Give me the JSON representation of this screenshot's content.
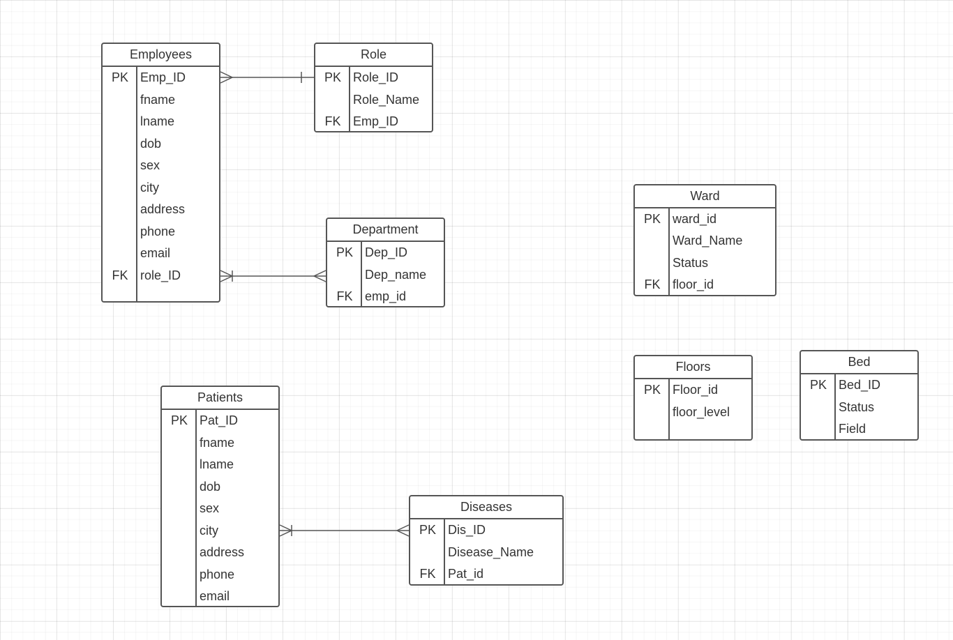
{
  "entities": {
    "employees": {
      "title": "Employees",
      "rows": [
        {
          "key": "PK",
          "field": "Emp_ID"
        },
        {
          "key": "",
          "field": "fname"
        },
        {
          "key": "",
          "field": "lname"
        },
        {
          "key": "",
          "field": "dob"
        },
        {
          "key": "",
          "field": "sex"
        },
        {
          "key": "",
          "field": "city"
        },
        {
          "key": "",
          "field": "address"
        },
        {
          "key": "",
          "field": "phone"
        },
        {
          "key": "",
          "field": "email"
        },
        {
          "key": "FK",
          "field": "role_ID"
        }
      ]
    },
    "role": {
      "title": "Role",
      "rows": [
        {
          "key": "PK",
          "field": "Role_ID"
        },
        {
          "key": "",
          "field": "Role_Name"
        },
        {
          "key": "FK",
          "field": "Emp_ID"
        }
      ]
    },
    "department": {
      "title": "Department",
      "rows": [
        {
          "key": "PK",
          "field": "Dep_ID"
        },
        {
          "key": "",
          "field": "Dep_name"
        },
        {
          "key": "FK",
          "field": "emp_id"
        }
      ]
    },
    "ward": {
      "title": "Ward",
      "rows": [
        {
          "key": "PK",
          "field": "ward_id"
        },
        {
          "key": "",
          "field": "Ward_Name"
        },
        {
          "key": "",
          "field": "Status"
        },
        {
          "key": "FK",
          "field": "floor_id"
        }
      ]
    },
    "floors": {
      "title": "Floors",
      "rows": [
        {
          "key": "PK",
          "field": "Floor_id"
        },
        {
          "key": "",
          "field": "floor_level"
        }
      ]
    },
    "bed": {
      "title": "Bed",
      "rows": [
        {
          "key": "PK",
          "field": "Bed_ID"
        },
        {
          "key": "",
          "field": "Status"
        },
        {
          "key": "",
          "field": "Field"
        }
      ]
    },
    "patients": {
      "title": "Patients",
      "rows": [
        {
          "key": "PK",
          "field": "Pat_ID"
        },
        {
          "key": "",
          "field": "fname"
        },
        {
          "key": "",
          "field": "lname"
        },
        {
          "key": "",
          "field": "dob"
        },
        {
          "key": "",
          "field": "sex"
        },
        {
          "key": "",
          "field": "city"
        },
        {
          "key": "",
          "field": "address"
        },
        {
          "key": "",
          "field": "phone"
        },
        {
          "key": "",
          "field": "email"
        }
      ]
    },
    "diseases": {
      "title": "Diseases",
      "rows": [
        {
          "key": "PK",
          "field": "Dis_ID"
        },
        {
          "key": "",
          "field": "Disease_Name"
        },
        {
          "key": "FK",
          "field": "Pat_id"
        }
      ]
    }
  },
  "relationships": [
    {
      "from": "Employees",
      "to": "Role",
      "from_end": "many",
      "to_end": "one"
    },
    {
      "from": "Employees",
      "to": "Department",
      "from_end": "one-or-many",
      "to_end": "many"
    },
    {
      "from": "Patients",
      "to": "Diseases",
      "from_end": "one-or-many",
      "to_end": "many"
    }
  ],
  "colors": {
    "line": "#555555",
    "text": "#333333",
    "background": "#ffffff",
    "grid": "#e6e6e6"
  }
}
